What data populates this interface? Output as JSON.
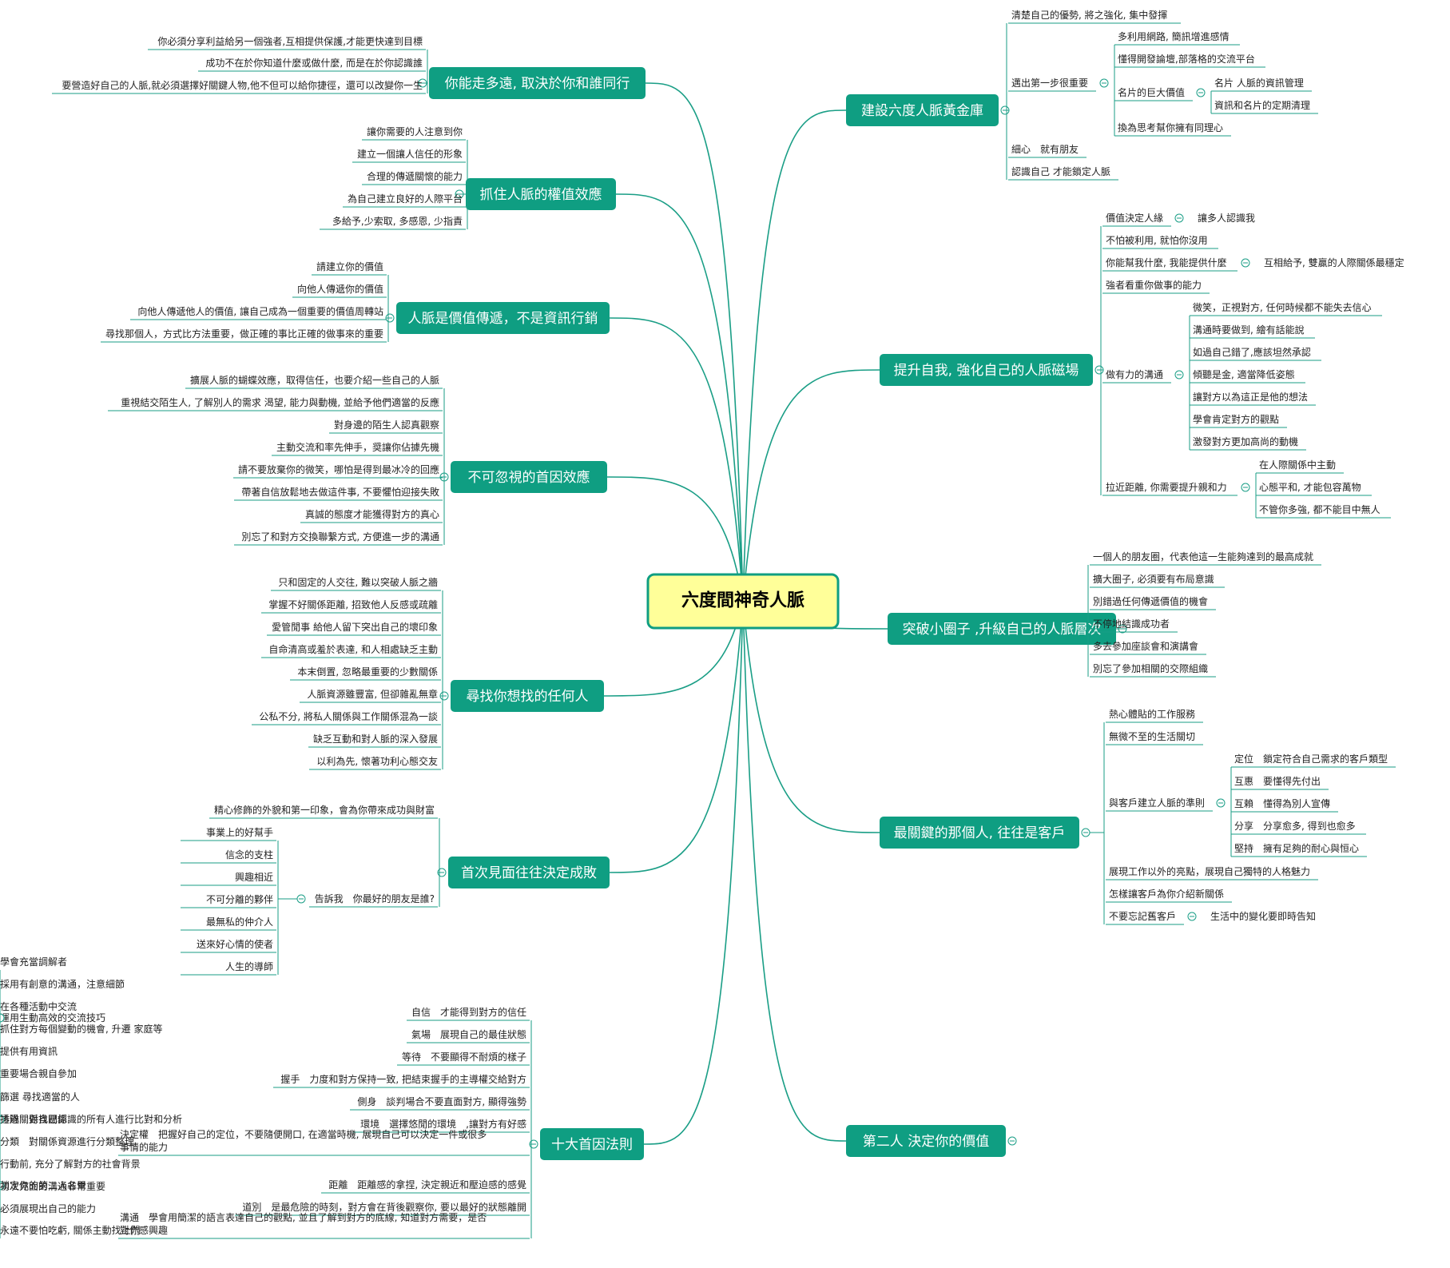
{
  "colors": {
    "branch": "#0f9e82",
    "line": "#1a9e86",
    "center_fill": "#ffff99",
    "center_border": "#0f9e82"
  },
  "center": {
    "label": "六度間神奇人脈"
  },
  "branches": [
    {
      "label": "你能走多遠, 取決於你和誰同行",
      "items": [
        {
          "text": "你必須分享利益給另一個強者,互相提供保護,才能更快達到目標"
        },
        {
          "text": "成功不在於你知道什麼或做什麼, 而是在於你認識誰"
        },
        {
          "text": "要營造好自己的人脈,就必須選擇好關鍵人物,他不但可以給你捷徑，還可以改變你一生"
        }
      ]
    },
    {
      "label": "抓住人脈的權值效應",
      "items": [
        {
          "text": "讓你需要的人注意到你"
        },
        {
          "text": "建立一個讓人信任的形象"
        },
        {
          "text": "合理的傳遞關懷的能力"
        },
        {
          "text": "為自己建立良好的人際平台"
        },
        {
          "text": "多給予,少索取, 多感恩, 少指責"
        }
      ]
    },
    {
      "label": "人脈是價值傳遞，不是資訊行銷",
      "items": [
        {
          "text": "請建立你的價值"
        },
        {
          "text": "向他人傳遞你的價值"
        },
        {
          "text": "向他人傳遞他人的價值, 讓自己成為一個重要的價值周轉站"
        },
        {
          "text": "尋找那個人，方式比方法重要，做正確的事比正確的做事來的重要"
        }
      ]
    },
    {
      "label": "不可忽視的首因效應",
      "items": [
        {
          "text": "擴展人脈的蝴蝶效應，取得信任，也要介紹一些自己的人脈"
        },
        {
          "text": "重視結交陌生人, 了解別人的需求 渴望, 能力與動機, 並給予他們適當的反應"
        },
        {
          "text": "對身邊的陌生人認真觀察"
        },
        {
          "text": "主動交流和率先伸手，奨讓你佔據先機"
        },
        {
          "text": "請不要放棄你的微笑，哪怕是得到最冰冷的回應"
        },
        {
          "text": "帶著自信放鬆地去做這件事, 不要懼怕迎接失敗"
        },
        {
          "text": "真誠的態度才能獲得對方的真心"
        },
        {
          "text": "別忘了和對方交換聯繫方式, 方便進一步的溝通"
        }
      ]
    },
    {
      "label": "尋找你想找的任何人",
      "items": [
        {
          "text": "只和固定的人交往, 難以突破人脈之牆"
        },
        {
          "text": "掌握不好關係距離, 招致他人反感或疏離"
        },
        {
          "text": "愛管閒事 給他人留下突出自己的壞印象"
        },
        {
          "text": "自命清高或羞於表達, 和人相處缺乏主動"
        },
        {
          "text": "本末倒置, 忽略最重要的少數關係"
        },
        {
          "text": "人脈資源雖豐富, 但卻雜亂無章"
        },
        {
          "text": "公私不分, 將私人關係與工作關係混為一談"
        },
        {
          "text": "缺乏互動和對人脈的深入發展"
        },
        {
          "text": "以利為先, 懷著功利心態交友"
        }
      ]
    },
    {
      "label": "首次見面往往決定成敗",
      "items": [
        {
          "text": "精心修飾的外貌和第一印象，會為你帶來成功與財富"
        },
        {
          "text": "告訴我　你最好的朋友是誰?",
          "children": [
            {
              "text": "事業上的好幫手"
            },
            {
              "text": "信念的支柱"
            },
            {
              "text": "興趣相近"
            },
            {
              "text": "不可分離的夥伴"
            },
            {
              "text": "最無私的仲介人"
            },
            {
              "text": "送來好心情的使者"
            },
            {
              "text": "人生的導師"
            }
          ]
        }
      ]
    },
    {
      "label": "十大首因法則",
      "items": [
        {
          "text": "自信　才能得到對方的信任"
        },
        {
          "text": "氣場　展現自己的最佳狀態"
        },
        {
          "text": "等待　不要顯得不耐煩的樣子"
        },
        {
          "text": "握手　力度和對方保持一致, 把結束握手的主導權交給對方"
        },
        {
          "text": "側身　談判場合不要直面對方, 顯得強勢"
        },
        {
          "text": "環境　選擇悠閒的環境　,讓對方有好感"
        },
        {
          "text": "決定權　把握好自己的定位，不要隨便開口, 在適當時機, 展現自己可以決定一件或很多",
          "text2": "事情的能力"
        },
        {
          "text": "距離　距離感的拿捏, 決定親近和壓迫感的感覺"
        },
        {
          "text": "道別　是最危險的時刻，對方會在背後觀察你, 要以最好的狀態離開"
        },
        {
          "text": "溝通　學會用簡潔的語言表達自己的觀點, 並且了解到對方的底線, 知道對方需要，是否",
          "text2": "對你感興趣"
        }
      ]
    },
    {
      "label": "建設六度人脈黃金庫",
      "items": [
        {
          "text": "清楚自己的優勢, 將之強化, 集中發揮"
        },
        {
          "text": "邁出第一步很重要",
          "children": [
            {
              "text": "多利用網路, 簡訊增進感情"
            },
            {
              "text": "懂得開發論壇,部落格的交流平台"
            },
            {
              "text": "名片的巨大價值",
              "children": [
                {
                  "text": "名片 人脈的資訊管理"
                },
                {
                  "text": "資訊和名片的定期清理"
                }
              ]
            },
            {
              "text": "換為思考幫你擁有同理心"
            }
          ]
        },
        {
          "text": "細心　就有朋友"
        },
        {
          "text": "認識自己 才能鎖定人脈"
        }
      ]
    },
    {
      "label": "提升自我, 強化自己的人脈磁場",
      "items": [
        {
          "text": "價值決定人緣",
          "children": [
            {
              "text": "讓多人認識我"
            }
          ]
        },
        {
          "text": "不怕被利用, 就怕你沒用"
        },
        {
          "text": "你能幫我什麼, 我能提供什麼",
          "children": [
            {
              "text": "互相給予, 雙贏的人際關係最穩定"
            }
          ]
        },
        {
          "text": "強者看重你做事的能力"
        },
        {
          "text": "做有力的溝通",
          "children": [
            {
              "text": "微笑，正視對方, 任何時候都不能失去信心"
            },
            {
              "text": "溝通時要做到, 繪有話能說"
            },
            {
              "text": "如過自己錯了,應該坦然承認"
            },
            {
              "text": "傾聽是金, 適當降低姿態"
            },
            {
              "text": "讓對方以為這正是他的想法"
            },
            {
              "text": "學會肯定對方的觀點"
            },
            {
              "text": "激發對方更加高尚的動機"
            }
          ]
        },
        {
          "text": "拉近距離, 你需要提升親和力",
          "children": [
            {
              "text": "在人際關係中主動"
            },
            {
              "text": "心態平和, 才能包容萬物"
            },
            {
              "text": "不管你多強, 都不能目中無人"
            }
          ]
        }
      ]
    },
    {
      "label": "突破小圈子 ,升級自己的人脈層次",
      "items": [
        {
          "text": "一個人的朋友圈，代表他這一生能夠達到的最高成就"
        },
        {
          "text": "擴大圈子, 必須要有布局意識"
        },
        {
          "text": "別錯過任何傳遞價值的機會"
        },
        {
          "text": "不停地結識成功者"
        },
        {
          "text": "多去參加座談會和演講會"
        },
        {
          "text": "別忘了參加相關的交際組織"
        }
      ]
    },
    {
      "label": "最關鍵的那個人, 往往是客戶",
      "items": [
        {
          "text": "熱心體貼的工作服務"
        },
        {
          "text": "無微不至的生活關切"
        },
        {
          "text": "與客戶建立人脈的準則",
          "children": [
            {
              "text": "定位　鎖定符合自己需求的客戶類型"
            },
            {
              "text": "互惠　要懂得先付出"
            },
            {
              "text": "互賴　懂得為別人宣傳"
            },
            {
              "text": "分享　分享愈多, 得到也愈多"
            },
            {
              "text": "堅持　擁有足夠的耐心與恒心"
            }
          ]
        },
        {
          "text": "展現工作以外的亮點，展現自己獨特的人格魅力"
        },
        {
          "text": "怎樣讓客戶為你介紹新關係"
        },
        {
          "text": "不要忘記舊客戶",
          "children": [
            {
              "text": "生活中的變化要即時告知"
            }
          ]
        }
      ]
    },
    {
      "label": "第二人 決定你的價值",
      "items": [
        {
          "text": "運用生動高效的交流技巧",
          "children": [
            {
              "text": "學會充當調解者"
            },
            {
              "text": "採用有創意的溝通，注意細節"
            },
            {
              "text": "在各種活動中交流"
            },
            {
              "text": "抓住對方每個變動的機會, 升遷 家庭等"
            },
            {
              "text": "提供有用資訊"
            },
            {
              "text": "重要場合親自參加"
            }
          ]
        },
        {
          "text": "透過關係找關係",
          "children": [
            {
              "text": "篩選 尋找適當的人"
            },
            {
              "text": "排隊　對自己認識的所有人進行比對和分析"
            },
            {
              "text": "分類　對關係資源進行分類整理"
            }
          ]
        },
        {
          "text": "鎖定你的第二人名單",
          "children": [
            {
              "text": "行動前, 充分了解對方的社會背景"
            },
            {
              "text": "初次見面的溝通非常重要"
            },
            {
              "text": "必須展現出自己的能力"
            }
          ]
        },
        {
          "text": "永遠不要怕吃虧, 關係主動找上門"
        }
      ]
    }
  ]
}
